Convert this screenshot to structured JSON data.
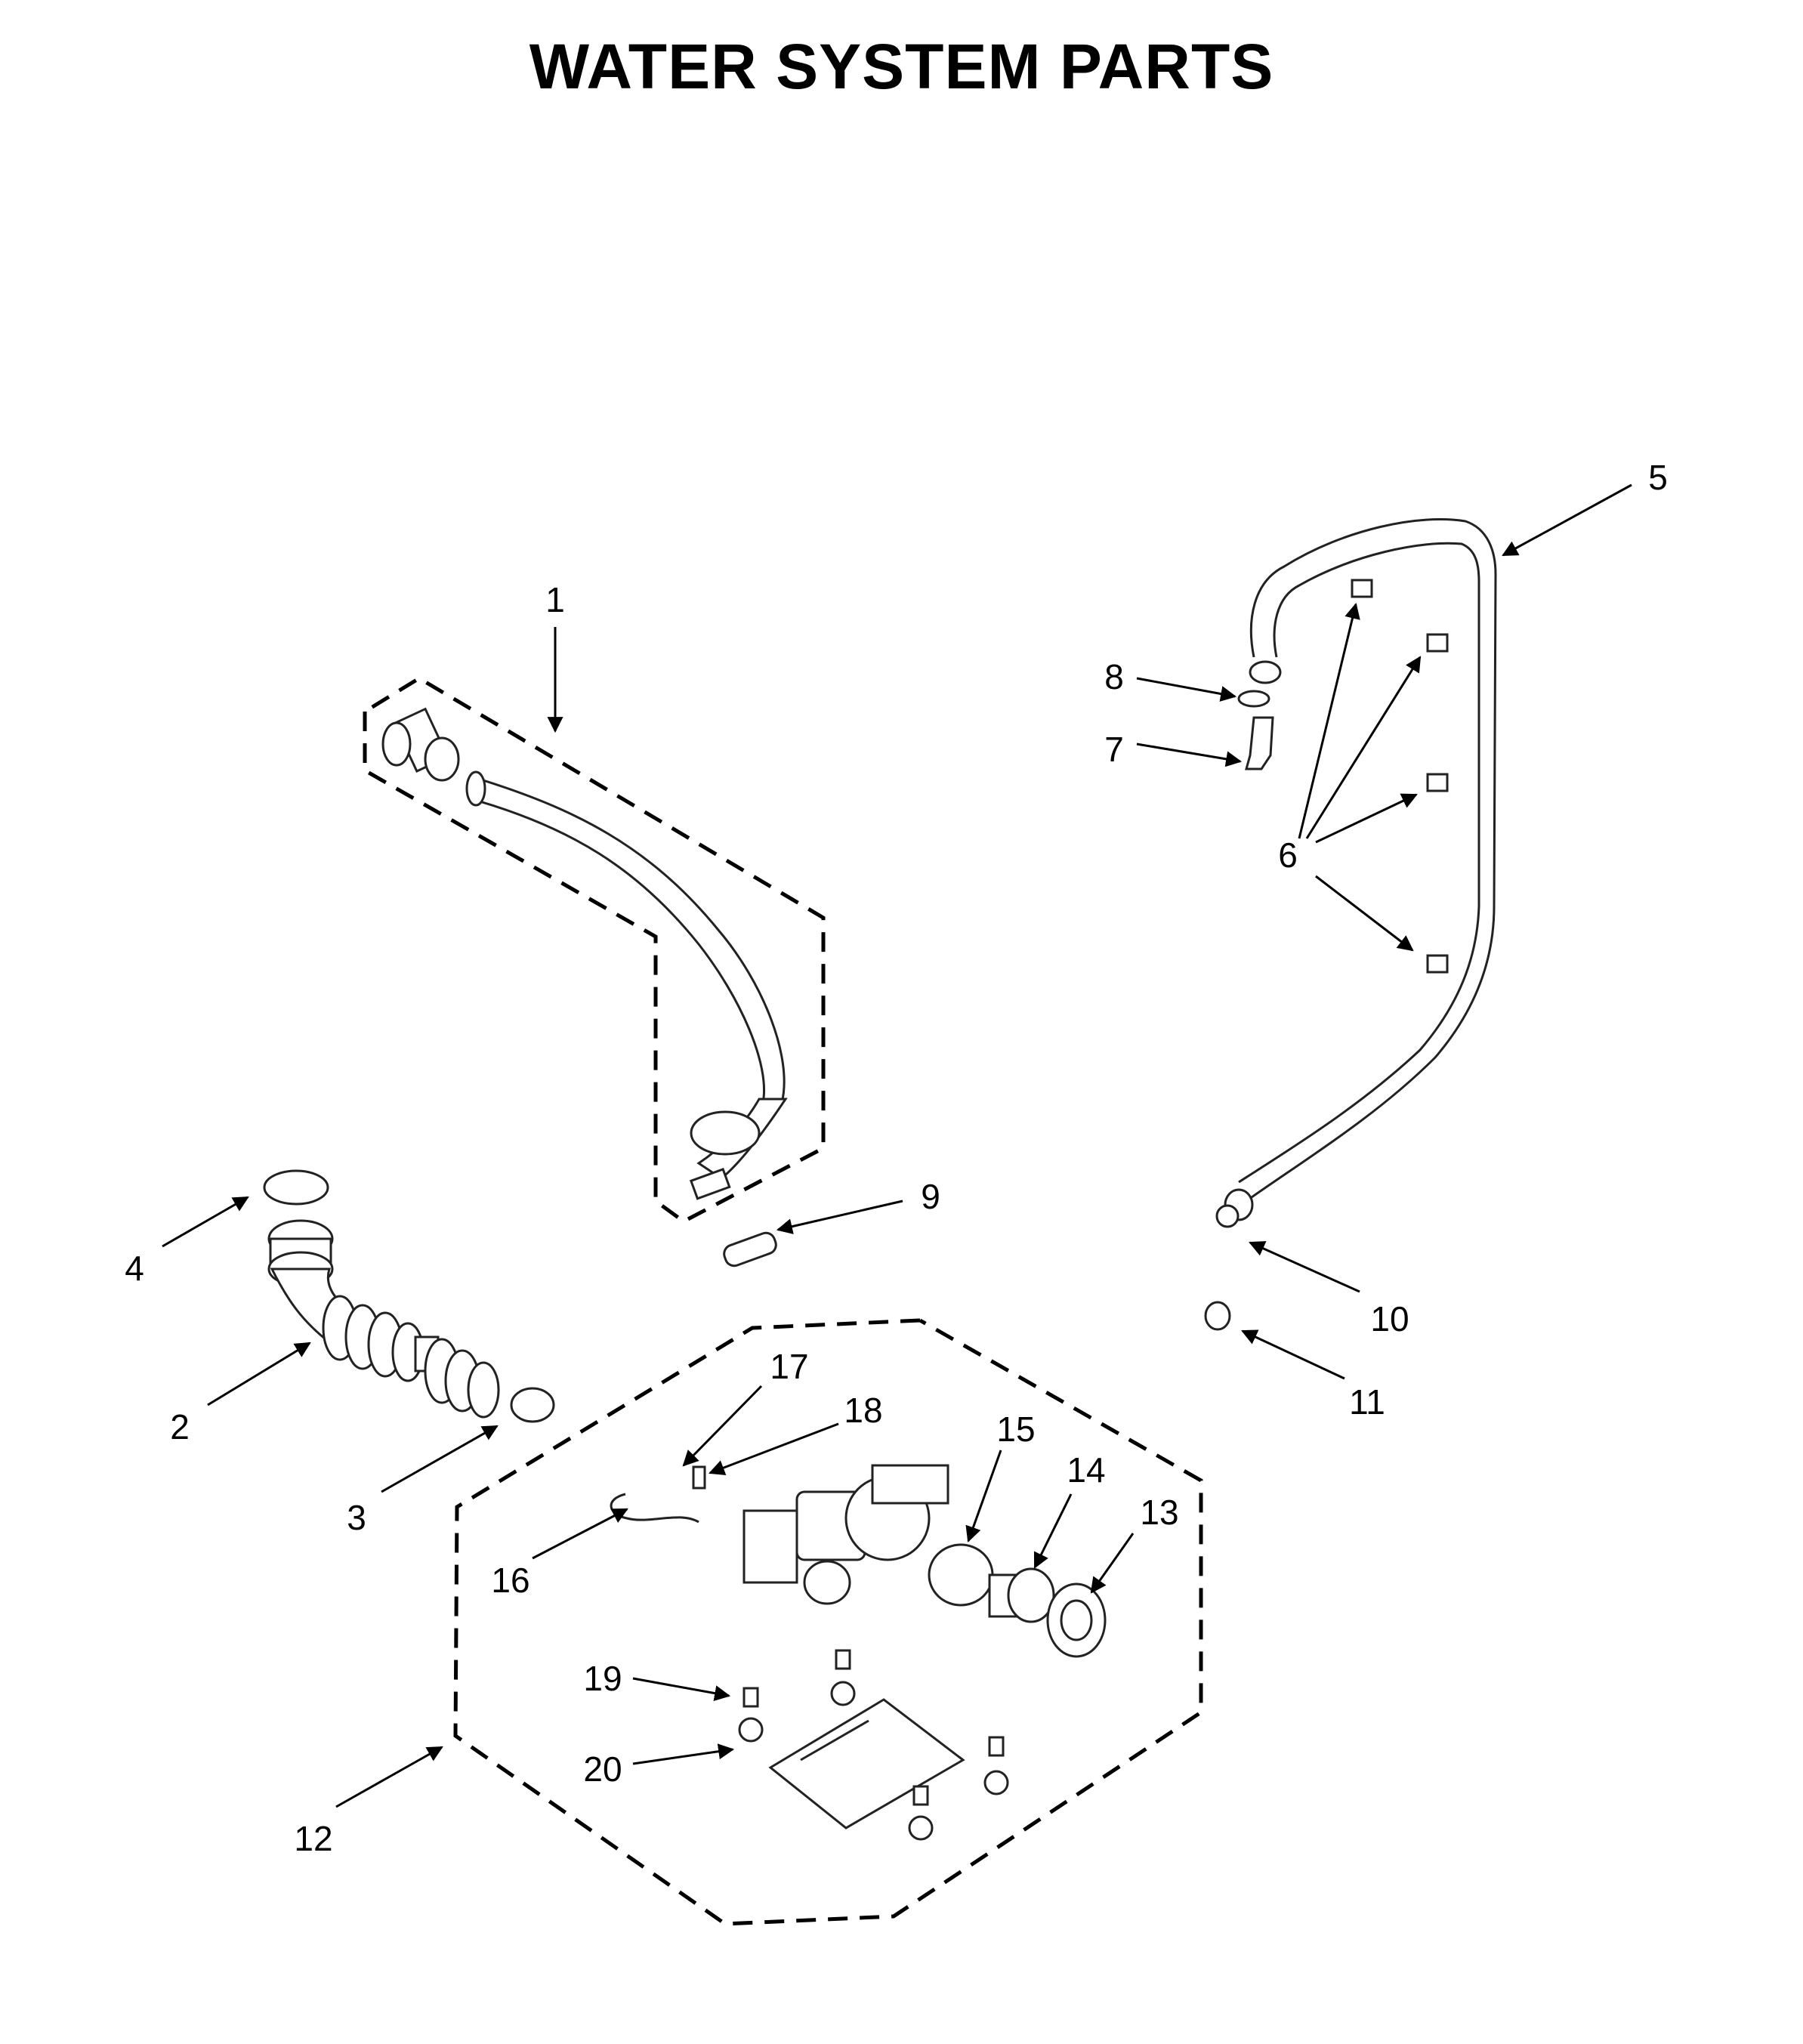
{
  "title": "WATER SYSTEM PARTS",
  "callouts": [
    {
      "id": "1",
      "text": "1"
    },
    {
      "id": "2",
      "text": "2"
    },
    {
      "id": "3",
      "text": "3"
    },
    {
      "id": "4",
      "text": "4"
    },
    {
      "id": "5",
      "text": "5"
    },
    {
      "id": "6",
      "text": "6"
    },
    {
      "id": "7",
      "text": "7"
    },
    {
      "id": "8",
      "text": "8"
    },
    {
      "id": "9",
      "text": "9"
    },
    {
      "id": "10",
      "text": "10"
    },
    {
      "id": "11",
      "text": "11"
    },
    {
      "id": "12",
      "text": "12"
    },
    {
      "id": "13",
      "text": "13"
    },
    {
      "id": "14",
      "text": "14"
    },
    {
      "id": "15",
      "text": "15"
    },
    {
      "id": "16",
      "text": "16"
    },
    {
      "id": "17",
      "text": "17"
    },
    {
      "id": "18",
      "text": "18"
    },
    {
      "id": "19",
      "text": "19"
    },
    {
      "id": "20",
      "text": "20"
    }
  ]
}
